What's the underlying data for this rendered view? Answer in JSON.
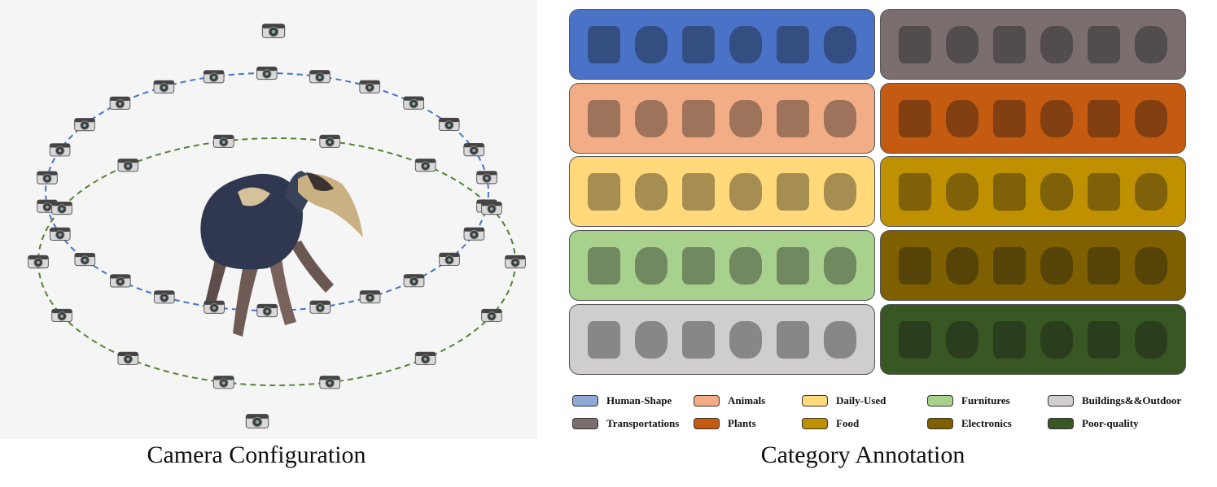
{
  "captions": {
    "left": "Camera Configuration",
    "right": "Category Annotation"
  },
  "categories": [
    {
      "label": "Human-Shape",
      "color": "#8fa8d8",
      "box_color": "#4a72c6"
    },
    {
      "label": "Animals",
      "color": "#f3ad86",
      "box_color": "#f3ad86"
    },
    {
      "label": "Daily-Used",
      "color": "#ffd97a",
      "box_color": "#ffd97a"
    },
    {
      "label": "Furnitures",
      "color": "#a9d18e",
      "box_color": "#a9d18e"
    },
    {
      "label": "Buildings&&Outdoor",
      "color": "#d0cece",
      "box_color": "#cfcdcd"
    },
    {
      "label": "Transportations",
      "color": "#7a6e6e",
      "box_color": "#7a6e6e"
    },
    {
      "label": "Plants",
      "color": "#c55a11",
      "box_color": "#c55a11"
    },
    {
      "label": "Food",
      "color": "#bf9000",
      "box_color": "#bf9000"
    },
    {
      "label": "Electronics",
      "color": "#7f6000",
      "box_color": "#7f6000"
    },
    {
      "label": "Poor-quality",
      "color": "#385723",
      "box_color": "#385723"
    }
  ],
  "rings": {
    "upper_color": "#4a72c6",
    "lower_color": "#548235"
  }
}
